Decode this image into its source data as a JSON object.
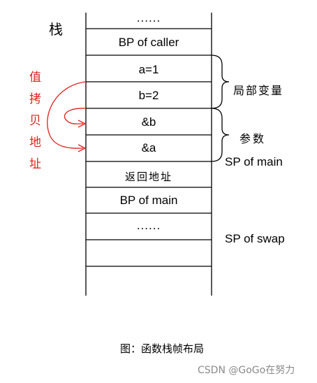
{
  "stack_label": "栈",
  "cells": [
    "......",
    "BP of caller",
    "a=1",
    "b=2",
    "&b",
    "&a",
    "返回地址",
    "BP of main",
    "......",
    "",
    ""
  ],
  "brace_labels": {
    "locals": "局部变量",
    "params": "参数"
  },
  "sp_labels": {
    "main": "SP of main",
    "swap": "SP of swap"
  },
  "copy_note": [
    "值",
    "拷",
    "贝",
    "地",
    "址"
  ],
  "caption": "图：函数栈帧布局",
  "watermark": "CSDN @GoGo在努力",
  "colors": {
    "line": "#000000",
    "annotation": "#e0201a",
    "watermark": "#8a8a8a"
  }
}
